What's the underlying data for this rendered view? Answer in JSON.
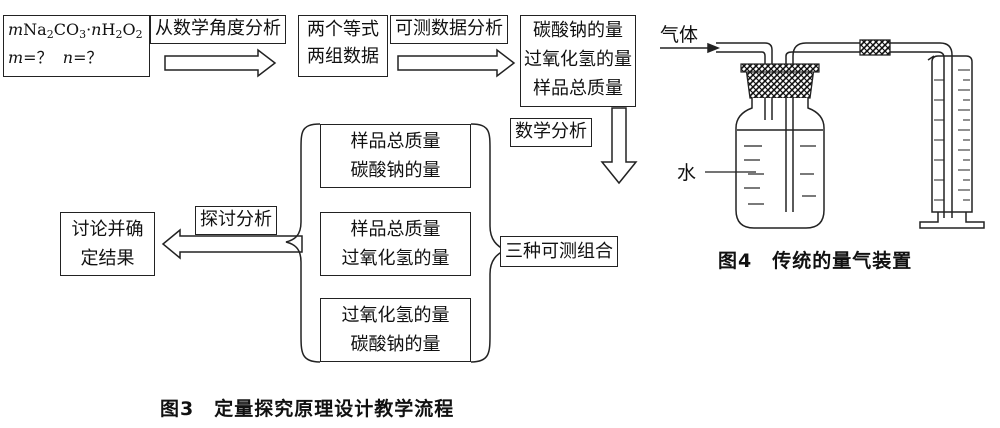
{
  "flow": {
    "start": {
      "formula_parts": [
        "m",
        "Na",
        "2",
        "CO",
        "3",
        "·",
        "n",
        "H",
        "2",
        "O",
        "2"
      ],
      "line2_m": "m",
      "line2_q1": "=？",
      "line2_n": "n",
      "line2_q2": "=？"
    },
    "step1_label": "从数学角度分析",
    "step1_box": [
      "两个等式",
      "两组数据"
    ],
    "step2_label": "可测数据分析",
    "step2_box": [
      "碳酸钠的量",
      "过氧化氢的量",
      "样品总质量"
    ],
    "step3_label": "数学分析",
    "combinations": [
      [
        "样品总质量",
        "碳酸钠的量"
      ],
      [
        "样品总质量",
        "过氧化氢的量"
      ],
      [
        "过氧化氢的量",
        "碳酸钠的量"
      ]
    ],
    "combo_summary": "三种可测组合",
    "discuss_label": "探讨分析",
    "result_box": [
      "讨论并确",
      "定结果"
    ]
  },
  "captions": {
    "fig3": "图3　定量探究原理设计教学流程",
    "fig4": "图4　传统的量气装置"
  },
  "apparatus": {
    "gas_label": "气体",
    "water_label": "水"
  }
}
